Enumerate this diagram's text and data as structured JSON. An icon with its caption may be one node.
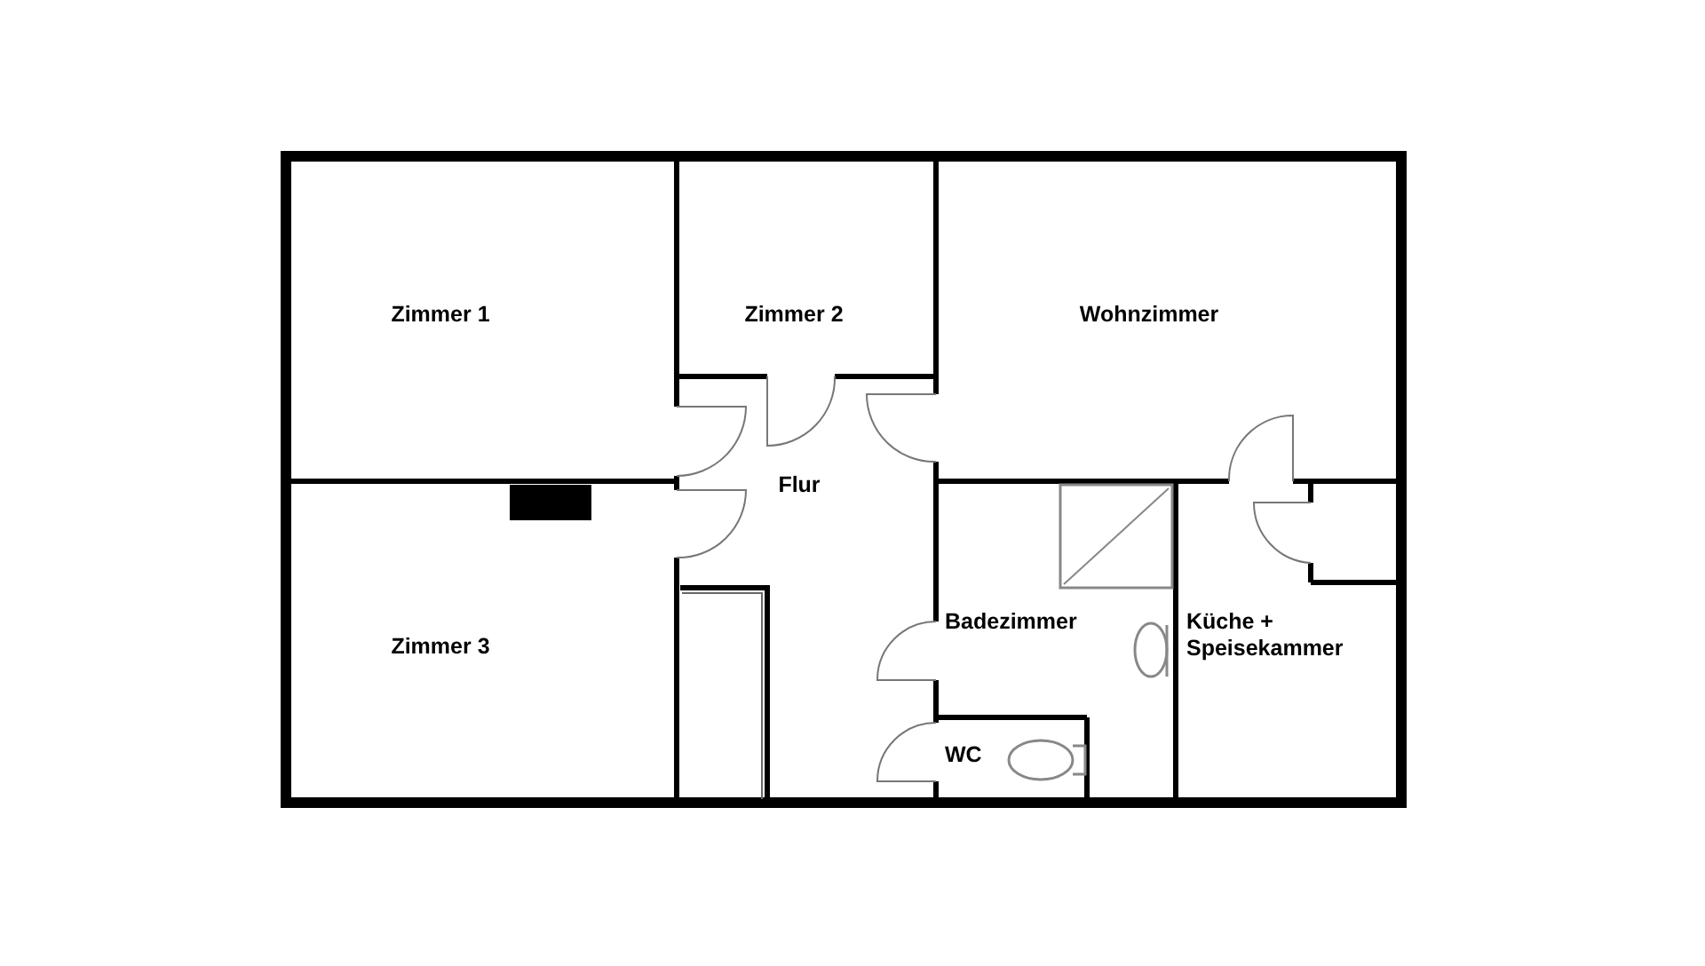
{
  "diagram": {
    "nodes": [
      {
        "text": [
          "Zimmer 1"
        ]
      },
      {
        "text": [
          "Zimmer 2"
        ]
      },
      {
        "text": [
          "Wohnzimmer"
        ]
      },
      {
        "text": [
          "Flur"
        ]
      },
      {
        "text": [
          "Zimmer 3"
        ]
      },
      {
        "text": [
          "Badezimmer"
        ]
      },
      {
        "text": [
          "Küche + Speisekammer"
        ]
      },
      {
        "text": [
          "WC"
        ]
      }
    ]
  }
}
